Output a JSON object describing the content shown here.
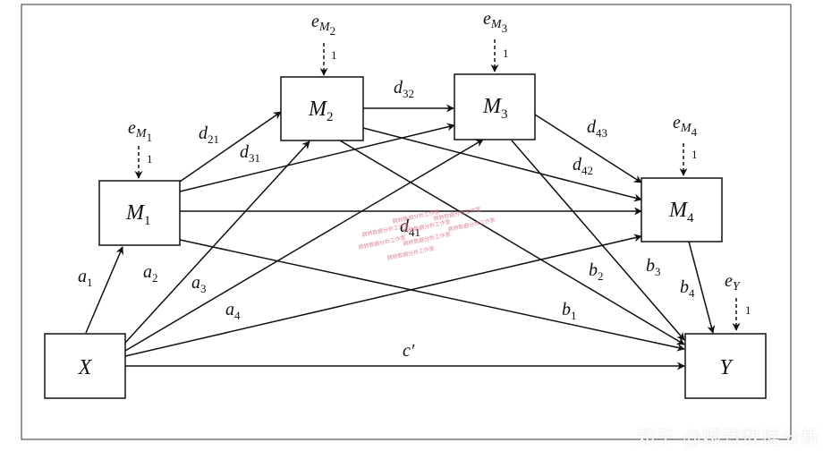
{
  "nodes": {
    "X": {
      "name": "X"
    },
    "M1": {
      "name": "M",
      "sub": "1"
    },
    "M2": {
      "name": "M",
      "sub": "2"
    },
    "M3": {
      "name": "M",
      "sub": "3"
    },
    "M4": {
      "name": "M",
      "sub": "4"
    },
    "Y": {
      "name": "Y"
    }
  },
  "errors": {
    "eM1": {
      "base": "e",
      "sub_base": "M",
      "sub_sub": "1",
      "weight": "1"
    },
    "eM2": {
      "base": "e",
      "sub_base": "M",
      "sub_sub": "2",
      "weight": "1"
    },
    "eM3": {
      "base": "e",
      "sub_base": "M",
      "sub_sub": "3",
      "weight": "1"
    },
    "eM4": {
      "base": "e",
      "sub_base": "M",
      "sub_sub": "4",
      "weight": "1"
    },
    "eY": {
      "base": "e",
      "sub_base": "Y",
      "weight": "1"
    }
  },
  "paths": {
    "a1": {
      "base": "a",
      "sub": "1"
    },
    "a2": {
      "base": "a",
      "sub": "2"
    },
    "a3": {
      "base": "a",
      "sub": "3"
    },
    "a4": {
      "base": "a",
      "sub": "4"
    },
    "d21": {
      "base": "d",
      "sub": "21"
    },
    "d31": {
      "base": "d",
      "sub": "31"
    },
    "d32": {
      "base": "d",
      "sub": "32"
    },
    "d41": {
      "base": "d",
      "sub": "41"
    },
    "d42": {
      "base": "d",
      "sub": "42"
    },
    "d43": {
      "base": "d",
      "sub": "43"
    },
    "b1": {
      "base": "b",
      "sub": "1"
    },
    "b2": {
      "base": "b",
      "sub": "2"
    },
    "b3": {
      "base": "b",
      "sub": "3"
    },
    "b4": {
      "base": "b",
      "sub": "4"
    },
    "c": {
      "base": "c′"
    }
  },
  "watermark": "知乎 @婉转数据分析",
  "faint_text": "婉转数据分析工作室"
}
